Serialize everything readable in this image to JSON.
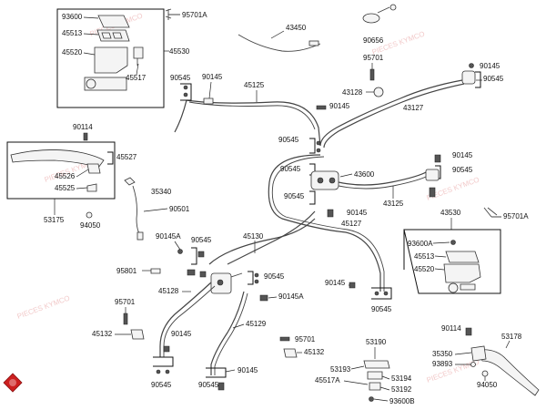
{
  "labels": {
    "l95701A_top": "95701A",
    "l43450": "43450",
    "l90656": "90656",
    "l95701_top": "95701",
    "l90145_tr": "90145",
    "l90545_tr": "90545",
    "l43128": "43128",
    "l43127": "43127",
    "l45125": "45125",
    "l90145_m": "90145",
    "l90545_tl": "90545",
    "l90145_tl": "90145",
    "l90114_l": "90114",
    "l45527": "45527",
    "l45526": "45526",
    "l45525": "45525",
    "l53175": "53175",
    "l35340": "35340",
    "l90501": "90501",
    "l94050_l": "94050",
    "l90545_c1": "90545",
    "l90545_c2": "90545",
    "l90545_c3": "90545",
    "l90145_c": "90145",
    "l43600": "43600",
    "l43125": "43125",
    "l45127": "45127",
    "l90145_r": "90145",
    "l90545_r": "90545",
    "l43530": "43530",
    "l95701A_r": "95701A",
    "l93600A_r": "93600A",
    "l45513_r": "45513",
    "l45520_r": "45520",
    "l90145A_l": "90145A",
    "l90545_l2": "90545",
    "l45130": "45130",
    "l95801": "95801",
    "l90545_mid": "90545",
    "l45128": "45128",
    "l90145A_mid": "90145A",
    "l90145_bm": "90145",
    "l90545_bm": "90545",
    "l95701_l": "95701",
    "l45132_l": "45132",
    "l90145_bl": "90145",
    "l90545_bl": "90545",
    "l45129": "45129",
    "l95701_b": "95701",
    "l45132_b": "45132",
    "l90145_b": "90145",
    "l90545_b": "90545",
    "l53190": "53190",
    "l53193": "53193",
    "l53194": "53194",
    "l45517A": "45517A",
    "l53192": "53192",
    "l93600B": "93600B",
    "l90114_r": "90114",
    "l53178": "53178",
    "l35350": "35350",
    "l93893": "93893",
    "l94050_r": "94050",
    "l93600_in": "93600",
    "l45513_in": "45513",
    "l45520_in": "45520",
    "l45517_in": "45517",
    "l45530": "45530"
  },
  "watermarks": [
    "PIECES KYMCO",
    "PIECES KYMCO",
    "PIECES KYMCO",
    "PIECES KYMCO",
    "PIECES KYMCO",
    "PIECES KYMCO"
  ],
  "colors": {
    "logo_red": "#cc1f1f",
    "line": "#222222",
    "watermark": "#f2c9c9"
  }
}
